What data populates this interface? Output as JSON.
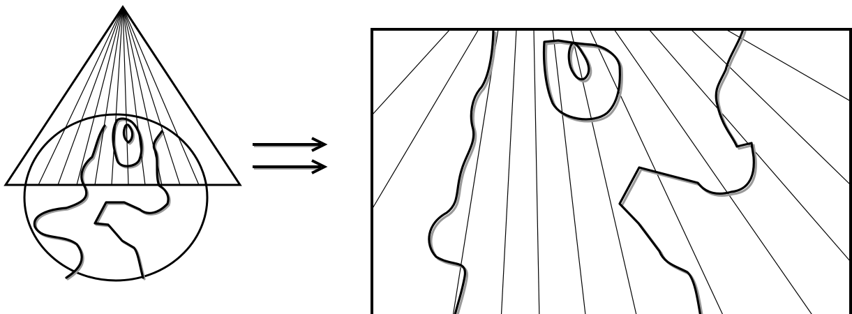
{
  "figure": {
    "left_panel": {
      "elements": [
        "projection-cone",
        "globe",
        "coastlines"
      ]
    },
    "transition": {
      "symbol": "double-arrow-right"
    },
    "right_panel": {
      "elements": [
        "map-frame",
        "projected-lines",
        "projected-coastlines"
      ]
    }
  },
  "colors": {
    "ink": "#000000",
    "shadow": "#9a9a9a",
    "background": "#ffffff"
  }
}
